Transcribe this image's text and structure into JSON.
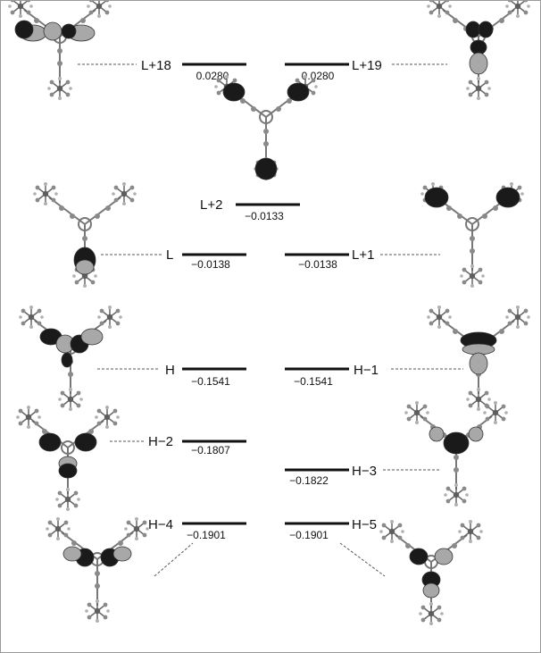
{
  "levels": [
    {
      "id": "L18",
      "label": "L+18",
      "value": "0.0280"
    },
    {
      "id": "L19",
      "label": "L+19",
      "value": "0.0280"
    },
    {
      "id": "L2",
      "label": "L+2",
      "value": "−0.0133"
    },
    {
      "id": "L",
      "label": "L",
      "value": "−0.0138"
    },
    {
      "id": "L1",
      "label": "L+1",
      "value": "−0.0138"
    },
    {
      "id": "H",
      "label": "H",
      "value": "−0.1541"
    },
    {
      "id": "H1",
      "label": "H−1",
      "value": "−0.1541"
    },
    {
      "id": "H2",
      "label": "H−2",
      "value": "−0.1807"
    },
    {
      "id": "H3",
      "label": "H−3",
      "value": "−0.1822"
    },
    {
      "id": "H4",
      "label": "H−4",
      "value": "−0.1901"
    },
    {
      "id": "H5",
      "label": "H−5",
      "value": "−0.1901"
    }
  ],
  "colors": {
    "bar": "#111111",
    "lobe_dark": "#1a1a1a",
    "lobe_light": "#a8a8a8",
    "atom": "#7a7a7a",
    "connector": "#555555"
  }
}
